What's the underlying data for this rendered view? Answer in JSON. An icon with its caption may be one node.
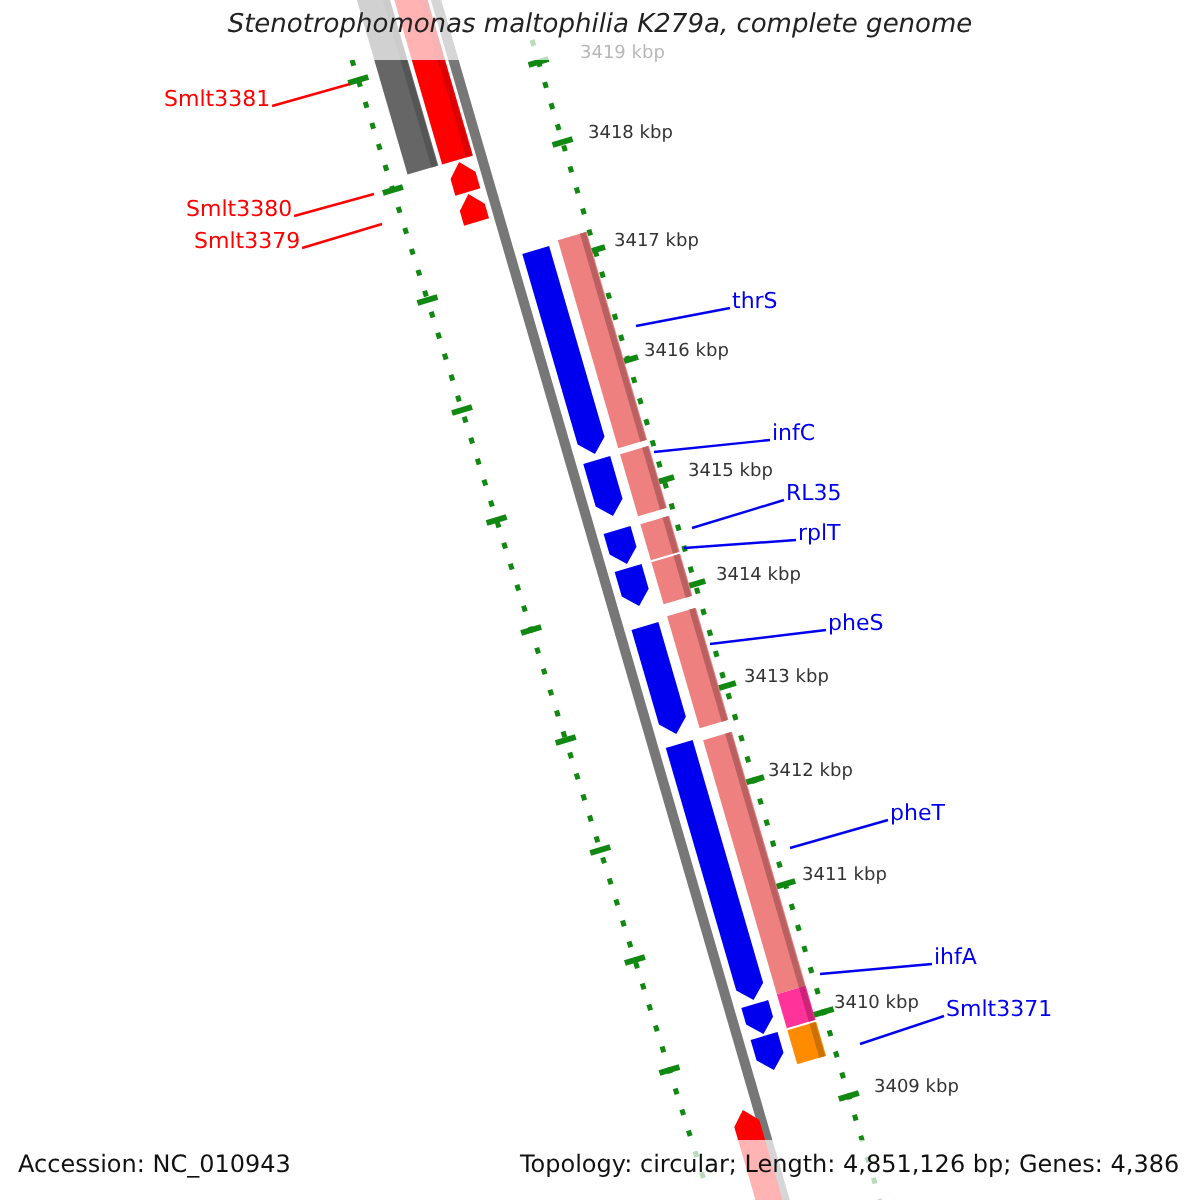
{
  "diagram": {
    "title": "Stenotrophomonas maltophilia K279a, complete genome",
    "nodes": [
      {
        "text": [
          "Smlt3381"
        ]
      },
      {
        "text": [
          "Smlt3380"
        ]
      },
      {
        "text": [
          "Smlt3379"
        ]
      },
      {
        "text": [
          "thrS"
        ]
      },
      {
        "text": [
          "infC"
        ]
      },
      {
        "text": [
          "RL35"
        ]
      },
      {
        "text": [
          "rplT"
        ]
      },
      {
        "text": [
          "pheS"
        ]
      },
      {
        "text": [
          "pheT"
        ]
      },
      {
        "text": [
          "ihfA"
        ]
      },
      {
        "text": [
          "Smlt3371"
        ]
      }
    ],
    "edges": [
      {
        "from": 0,
        "to": null,
        "arrow": "none",
        "color": "#ff0000"
      },
      {
        "from": 1,
        "to": null,
        "arrow": "none",
        "color": "#ff0000"
      },
      {
        "from": 2,
        "to": null,
        "arrow": "none",
        "color": "#ff0000"
      },
      {
        "from": 3,
        "to": null,
        "arrow": "none"
      },
      {
        "from": 4,
        "to": null,
        "arrow": "none"
      },
      {
        "from": 5,
        "to": null,
        "arrow": "none"
      },
      {
        "from": 6,
        "to": null,
        "arrow": "none"
      },
      {
        "from": 7,
        "to": null,
        "arrow": "none"
      },
      {
        "from": 8,
        "to": null,
        "arrow": "none"
      },
      {
        "from": 9,
        "to": null,
        "arrow": "none"
      },
      {
        "from": 10,
        "to": null,
        "arrow": "none"
      }
    ],
    "labels": [
      "3419 kbp",
      "3418 kbp",
      "3417 kbp",
      "3416 kbp",
      "3415 kbp",
      "3414 kbp",
      "3413 kbp",
      "3412 kbp",
      "3411 kbp",
      "3410 kbp",
      "3409 kbp",
      "Accession: NC_010943",
      "Topology: circular; Length: 4,851,126 bp; Genes: 4,386"
    ]
  }
}
